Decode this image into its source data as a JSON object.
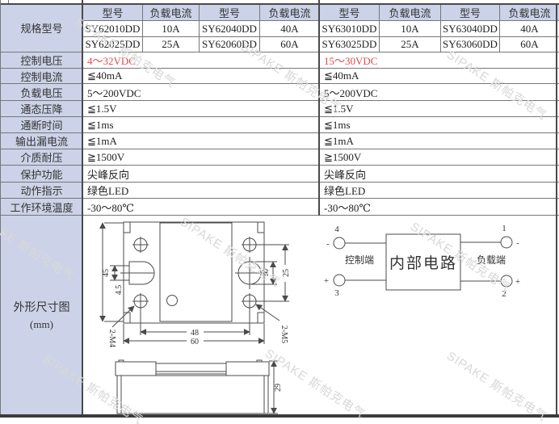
{
  "colors": {
    "header_bg": "#ccd3e8",
    "highlight_red": "#dc4a50",
    "grid_border": "#76777b",
    "thick_border": "#4a4a4c"
  },
  "watermark": {
    "text": "SIPAKE 斯帕克电气"
  },
  "spec_table": {
    "row_label": "规格型号",
    "header": [
      "型号",
      "负载电流",
      "型号",
      "负载电流",
      "型号",
      "负载电流",
      "型号",
      "负载电流"
    ],
    "rows": [
      [
        "SY62010DD",
        "10A",
        "SY62040DD",
        "40A",
        "SY63010DD",
        "10A",
        "SY63040DD",
        "40A"
      ],
      [
        "SY62025DD",
        "25A",
        "SY62060DD",
        "60A",
        "SY63025DD",
        "25A",
        "SY63060DD",
        "60A"
      ]
    ]
  },
  "spec_rows": [
    {
      "label": "控制电压",
      "left": "4～32VDC",
      "right": "15～30VDC"
    },
    {
      "label": "控制电流",
      "left": "≦40mA",
      "right": "≦40mA"
    },
    {
      "label": "负载电压",
      "left": "5～200VDC",
      "right": "5～200VDC"
    },
    {
      "label": "通态压降",
      "left": "≦1.5V",
      "right": "≦1.5V"
    },
    {
      "label": "通断时间",
      "left": "≦1ms",
      "right": "≦1ms"
    },
    {
      "label": "输出漏电流",
      "left": "≦1mA",
      "right": "≦1mA"
    },
    {
      "label": "介质耐压",
      "left": "≧1500V",
      "right": "≧1500V"
    },
    {
      "label": "保护功能",
      "left": "尖峰反向",
      "right": "尖峰反向"
    },
    {
      "label": "动作指示",
      "left": "绿色LED",
      "right": "绿色LED"
    },
    {
      "label": "工作环境温度",
      "left": "-30～80℃",
      "right": "-30～80℃"
    }
  ],
  "dimension_section": {
    "label": "外形尺寸图",
    "unit": "(mm)",
    "dims": {
      "height": "45",
      "slot_offset": "4.5",
      "screw_left": "2-M4",
      "screw_right": "2-M5",
      "slot_len": "10",
      "hole_pitch": "25",
      "width_inner": "48",
      "width_outer": "60",
      "side_height": "29"
    }
  },
  "circuit": {
    "box_label": "内部电路",
    "control_label": "控制端",
    "load_label": "负载端",
    "terminals": {
      "t4": "4",
      "t3": "3",
      "t1": "1",
      "t2": "2",
      "minus": "-",
      "plus": "+"
    }
  }
}
